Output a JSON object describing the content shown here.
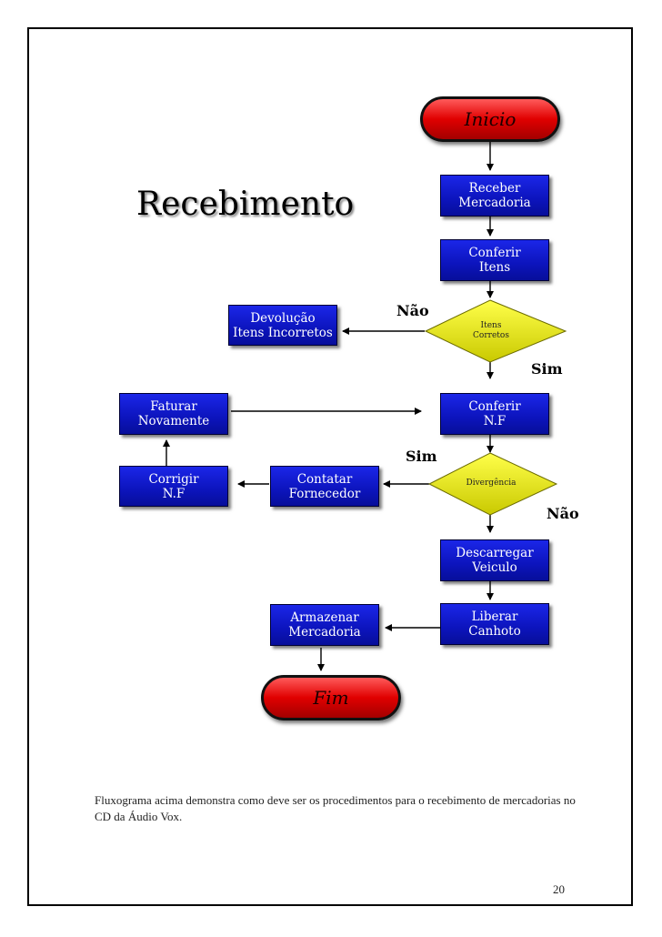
{
  "title": "Recebimento",
  "flowchart": {
    "start": "Inicio",
    "end": "Fim",
    "steps": {
      "receber": [
        "Receber",
        "Mercadoria"
      ],
      "conferir_itens": [
        "Conferir",
        "Itens"
      ],
      "devolucao": [
        "Devolução",
        "Itens Incorretos"
      ],
      "faturar": [
        "Faturar",
        "Novamente"
      ],
      "conferir_nf": [
        "Conferir",
        "N.F"
      ],
      "corrigir": [
        "Corrigir",
        "N.F"
      ],
      "contatar": [
        "Contatar",
        "Fornecedor"
      ],
      "descarregar": [
        "Descarregar",
        "Veiculo"
      ],
      "liberar": [
        "Liberar",
        "Canhoto"
      ],
      "armazenar": [
        "Armazenar",
        "Mercadoria"
      ]
    },
    "decisions": {
      "itens_corretos": [
        "Itens",
        "Corretos"
      ],
      "divergencia": [
        "Divergência"
      ]
    },
    "labels": {
      "nao_1": "Não",
      "sim_1": "Sim",
      "sim_2": "Sim",
      "nao_2": "Não"
    },
    "colors": {
      "process_fill": "#0c14bc",
      "terminal_fill": "#e00000",
      "decision_fill": "#e6e600"
    }
  },
  "caption": "Fluxograma acima demonstra como deve ser os procedimentos para o recebimento de mercadorias no CD da Áudio Vox.",
  "page_number": "20"
}
